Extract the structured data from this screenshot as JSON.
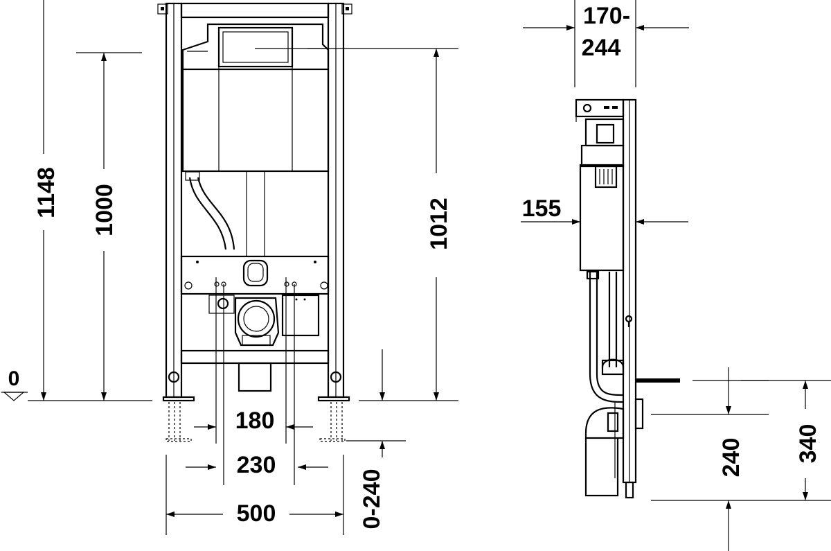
{
  "front_view": {
    "height_total": "1148",
    "height_tank": "1000",
    "height_frame_top": "1012",
    "floor_level": "0",
    "inner_spacing": "180",
    "outer_spacing": "230",
    "frame_width": "500",
    "foot_adjust": "0-240"
  },
  "side_view": {
    "depth_top_1": "170-",
    "depth_top_2": "244",
    "depth_tank": "155",
    "bolt_height": "240",
    "outlet_height": "340"
  },
  "colors": {
    "line": "#000000",
    "background": "#ffffff"
  }
}
